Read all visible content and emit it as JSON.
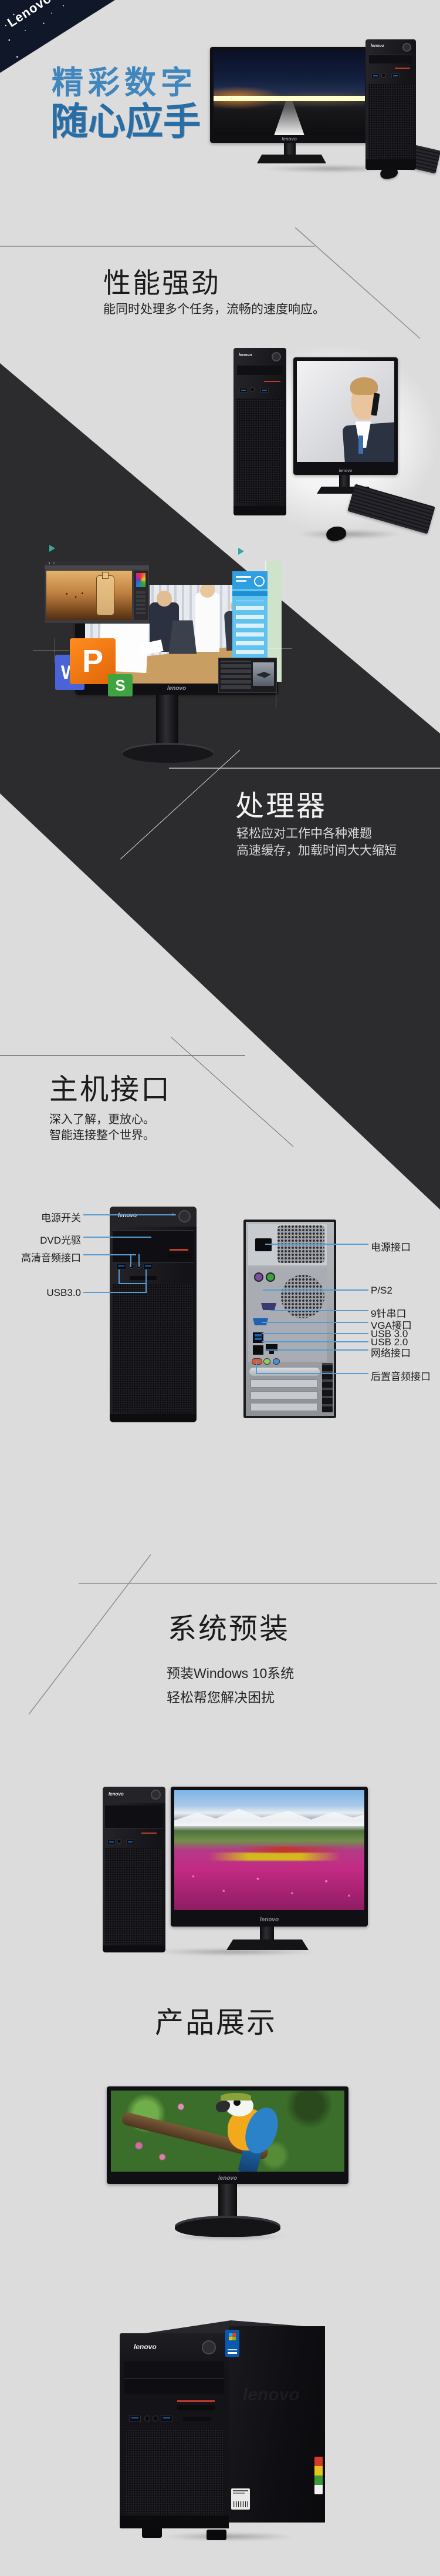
{
  "brand": {
    "corner_logo": "Lenovo",
    "monitor_logo": "lenovo",
    "tower_logo": "lenovo"
  },
  "hero": {
    "title_line1": "精彩数字",
    "title_line2": "随心应手"
  },
  "performance": {
    "title": "性能强劲",
    "subtitle": "能同时处理多个任务，流畅的速度响应。"
  },
  "processor": {
    "title": "处理器",
    "subtitle_line1": "轻松应对工作中各种难题",
    "subtitle_line2": "高速缓存，加载时间大大缩短"
  },
  "ports": {
    "title": "主机接口",
    "subtitle_line1": "深入了解，更放心。",
    "subtitle_line2": "智能连接整个世界。",
    "front_labels": [
      "电源开关",
      "DVD光驱",
      "高清音频接口",
      "USB3.0"
    ],
    "rear_labels": [
      "电源接口",
      "P/S2",
      "9针串口",
      "VGA接口",
      "USB 3.0",
      "USB 2.0",
      "网络接口",
      "后置音频接口"
    ]
  },
  "os": {
    "title": "系统预装",
    "subtitle_line1": "预装Windows 10系统",
    "subtitle_line2": "轻松帮您解决困扰"
  },
  "showcase": {
    "title": "产品展示"
  },
  "app_tiles": {
    "w": "W",
    "p": "P",
    "s": "S"
  },
  "colors": {
    "page_bg": "#dcdcdd",
    "dark_band": "#2c2c2e",
    "accent_blue": "#4187bd",
    "leader_line_blue": "#589bd0",
    "starry_triangle": "#101729"
  }
}
